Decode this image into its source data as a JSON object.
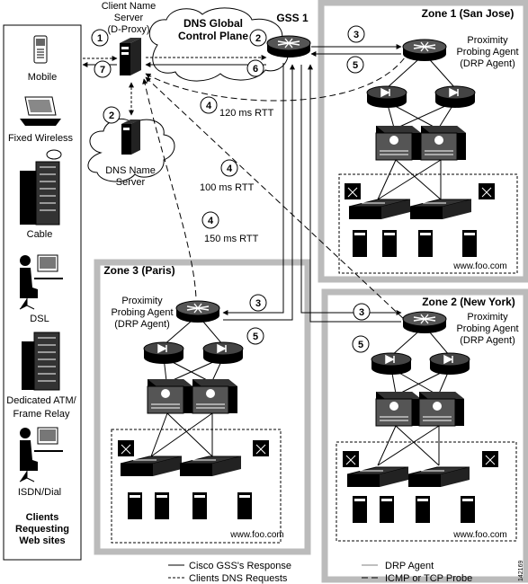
{
  "clients": {
    "items": [
      "Mobile",
      "Fixed Wireless",
      "Cable",
      "DSL",
      "Dedicated ATM/",
      "Frame Relay",
      "ISDN/Dial"
    ],
    "title": [
      "Clients",
      "Requesting",
      "Web sites"
    ]
  },
  "client_name_server": [
    "Client Name",
    "Server",
    "(D-Proxy)"
  ],
  "dns_cloud": [
    "DNS Global",
    "Control Plane"
  ],
  "dns_name_server": [
    "DNS Name",
    "Server"
  ],
  "gss": "GSS 1",
  "rtt": [
    "120 ms RTT",
    "100 ms RTT",
    "150 ms RTT"
  ],
  "zones": [
    {
      "title": "Zone 1 (San Jose)",
      "probe": [
        "Proximity",
        "Probing Agent",
        "(DRP Agent)"
      ],
      "url": "www.foo.com"
    },
    {
      "title": "Zone 2 (New York)",
      "probe": [
        "Proximity",
        "Probing Agent",
        "(DRP Agent)"
      ],
      "url": "www.foo.com"
    },
    {
      "title": "Zone 3 (Paris)",
      "probe": [
        "Proximity",
        "Probing Agent",
        "(DRP Agent)"
      ],
      "url": "www.foo.com"
    }
  ],
  "steps": [
    "1",
    "2",
    "2",
    "3",
    "3",
    "3",
    "4",
    "4",
    "4",
    "5",
    "5",
    "5",
    "6",
    "7"
  ],
  "legend": [
    "Cisco GSS's Response",
    "Clients DNS Requests",
    "DRP Agent",
    "ICMP or TCP Probe"
  ],
  "figure_id": "142169"
}
